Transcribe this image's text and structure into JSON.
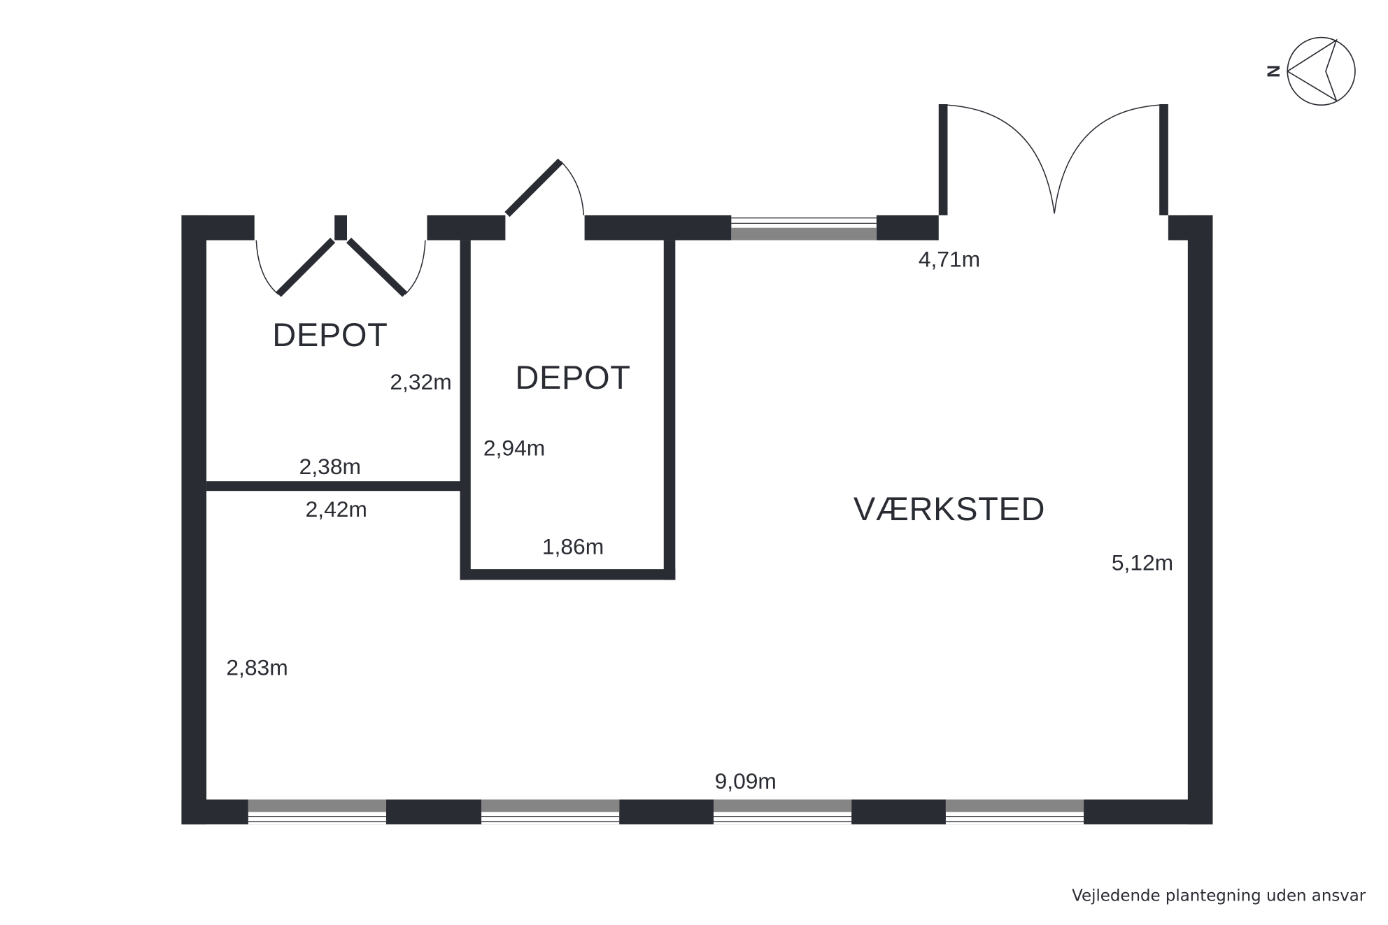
{
  "rooms": {
    "depot_left": "DEPOT",
    "depot_middle": "DEPOT",
    "workshop": "VÆRKSTED"
  },
  "dimensions": {
    "workshop_top": "4,71m",
    "depot_left_height": "2,32m",
    "depot_left_width": "2,38m",
    "lower_width": "2,42m",
    "depot_middle_height": "2,94m",
    "depot_middle_width": "1,86m",
    "workshop_height": "5,12m",
    "lower_left_height": "2,83m",
    "total_width": "9,09m"
  },
  "compass": {
    "label": "N",
    "icon": "north-arrow-icon"
  },
  "footer": "Vejledende plantegning uden ansvar",
  "colors": {
    "wall": "#2a2c33",
    "window": "#858585"
  }
}
